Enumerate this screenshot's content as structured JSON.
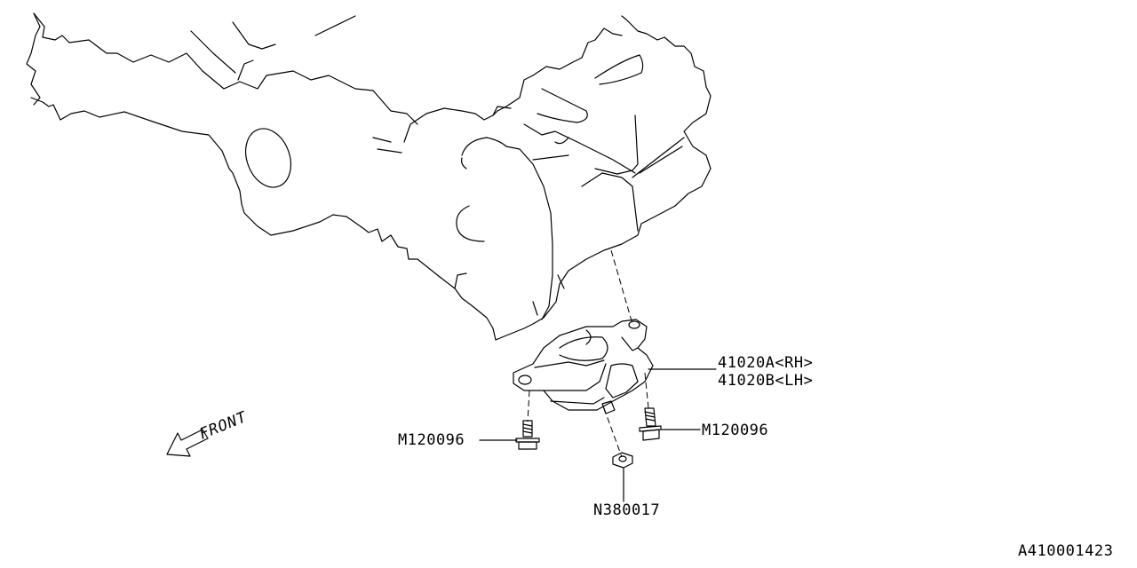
{
  "labels": {
    "part_rh": "41020A<RH>",
    "part_lh": "41020B<LH>",
    "bolt_left": "M120096",
    "bolt_right": "M120096",
    "nut": "N380017",
    "front": "FRONT",
    "diagram_id": "A410001423"
  },
  "icons": {
    "front_arrow": "front-arrow-icon"
  }
}
